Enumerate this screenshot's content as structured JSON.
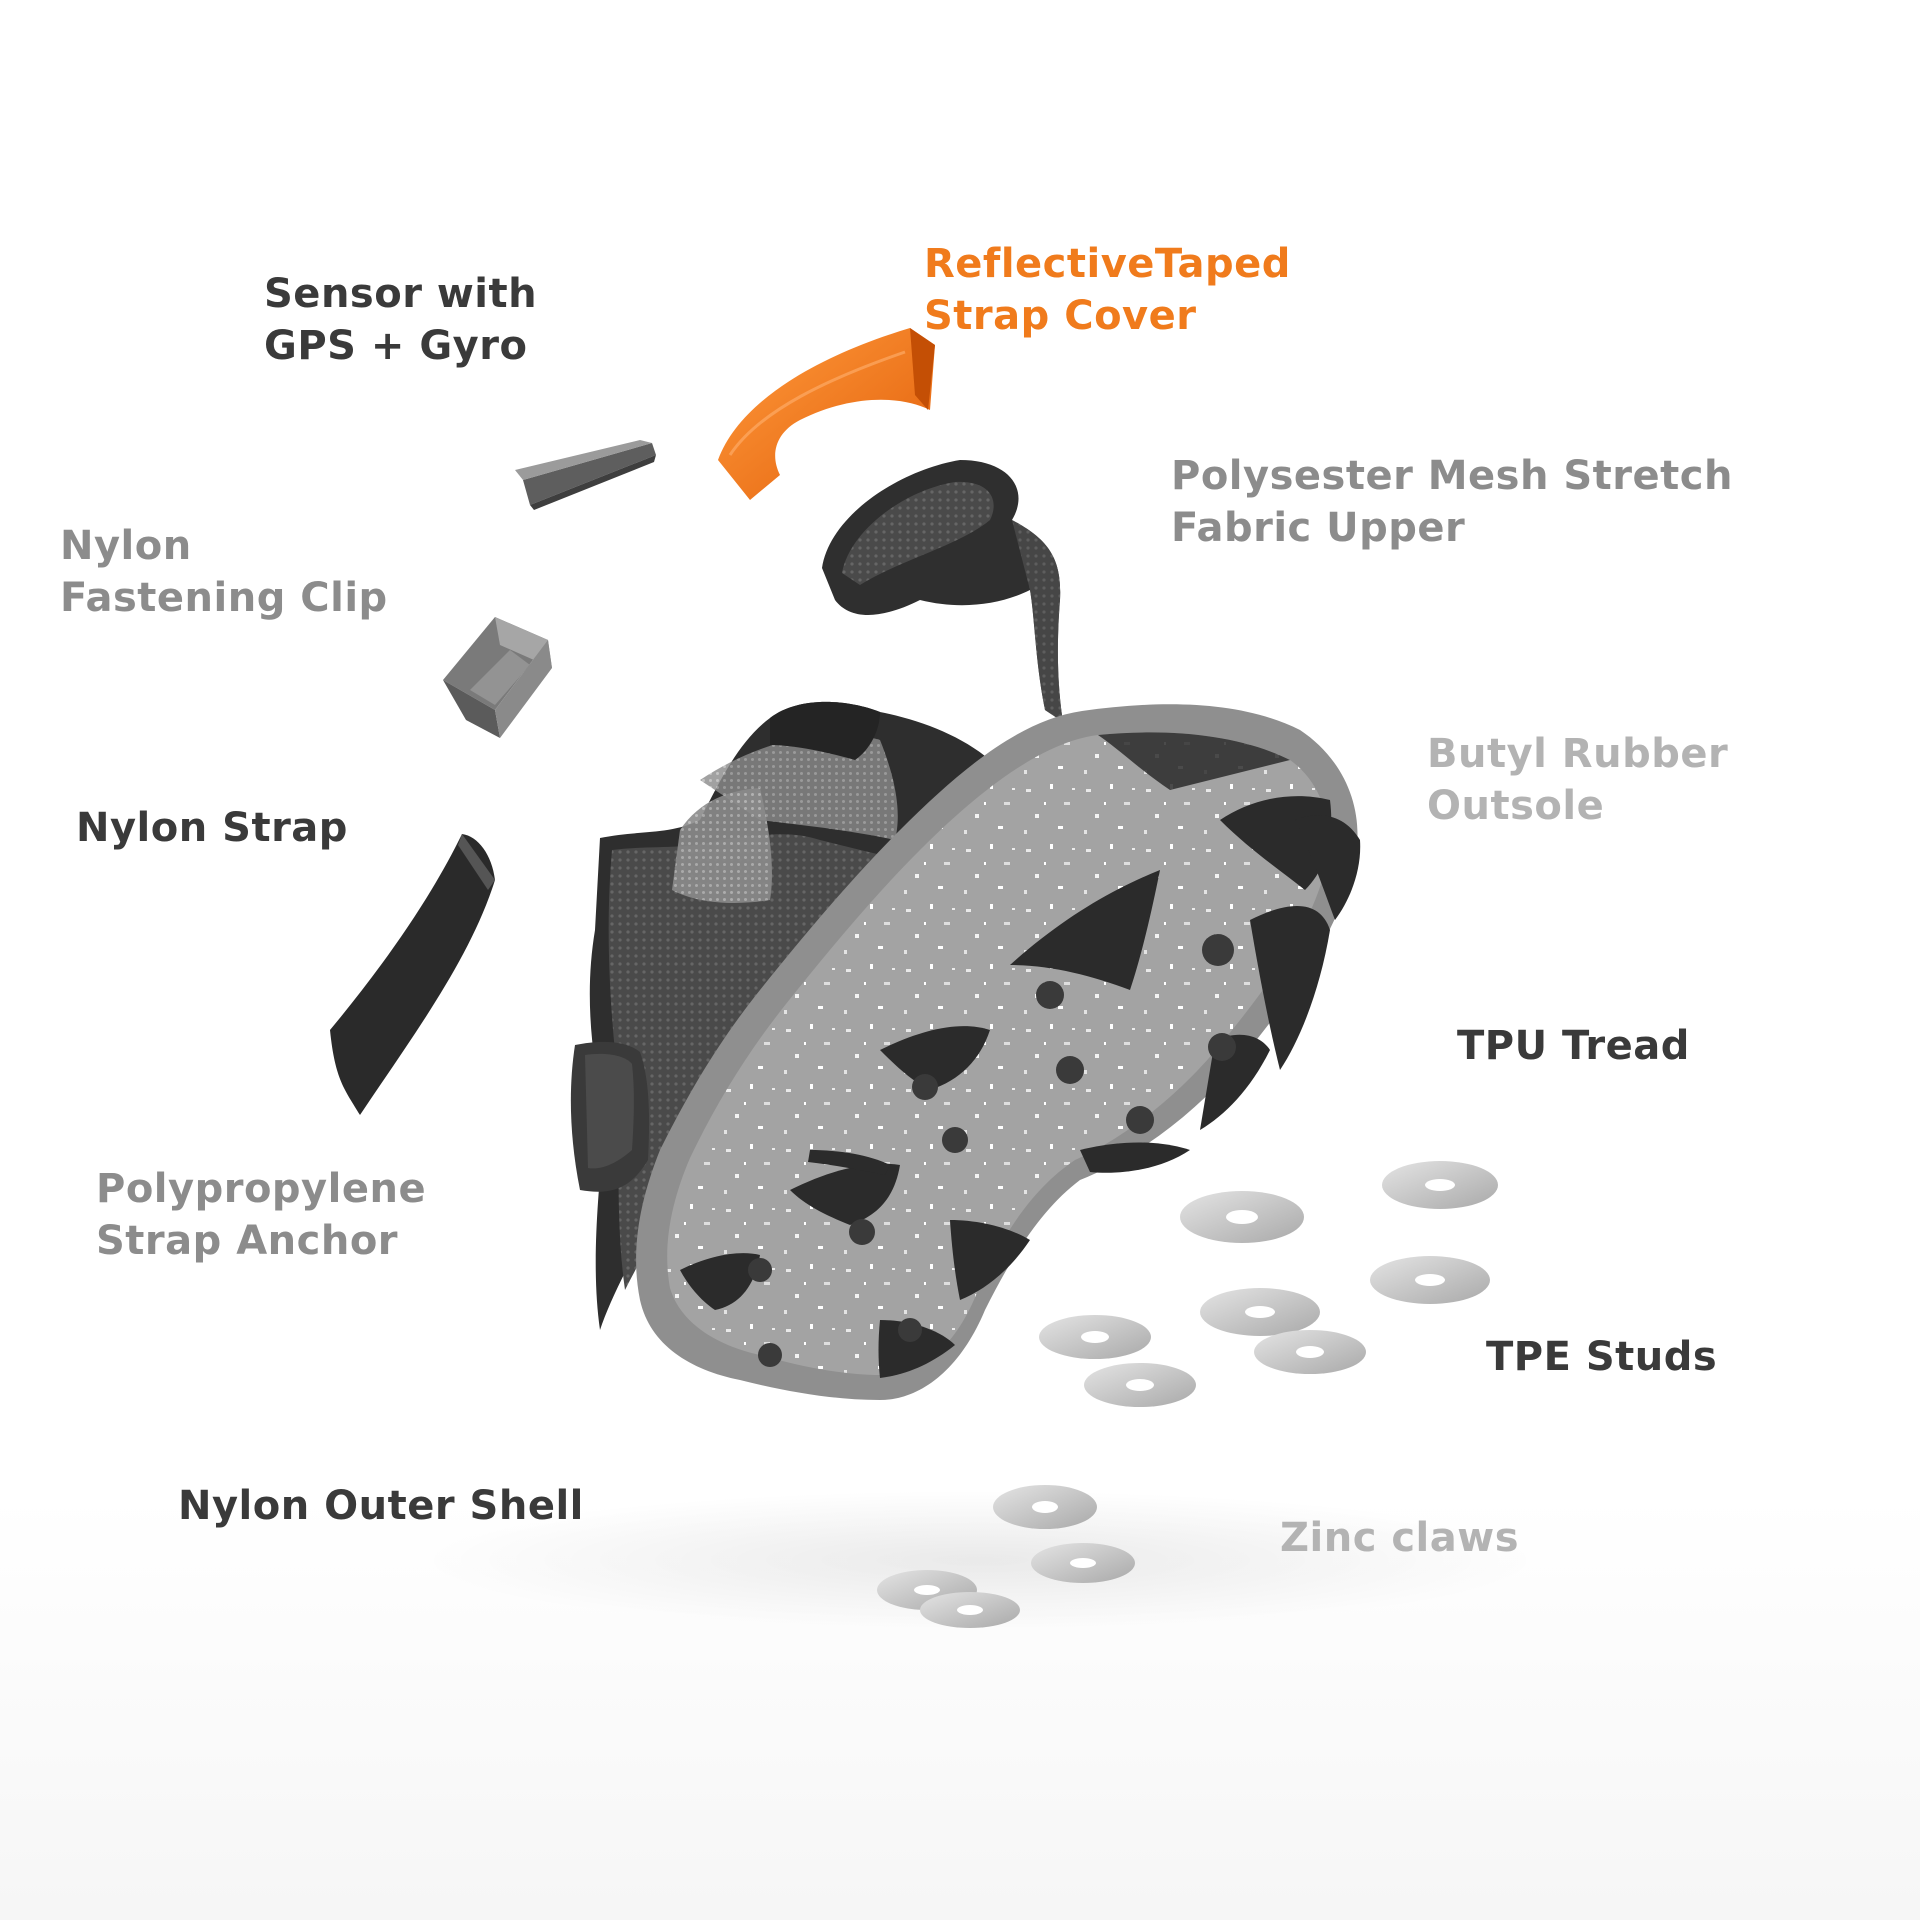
{
  "colors": {
    "dark": "#3a3a3a",
    "mid": "#8c8c8c",
    "light": "#b3b3b3",
    "accent": "#f07b1c"
  },
  "labels": {
    "sensor": {
      "line1": "Sensor with",
      "line2": "GPS + Gyro"
    },
    "reflective": {
      "line1": "ReflectiveTaped",
      "line2": "Strap Cover"
    },
    "mesh": {
      "line1": "Polysester Mesh Stretch",
      "line2": "Fabric Upper"
    },
    "clip": {
      "line1": "Nylon",
      "line2": "Fastening Clip"
    },
    "butyl": {
      "line1": "Butyl Rubber",
      "line2": "Outsole"
    },
    "strap": {
      "line1": "Nylon Strap"
    },
    "tpu": {
      "line1": "TPU Tread"
    },
    "anchor": {
      "line1": "Polypropylene",
      "line2": "Strap Anchor"
    },
    "studs": {
      "line1": "TPE Studs"
    },
    "shell": {
      "line1": "Nylon Outer Shell"
    },
    "zinc": {
      "line1": "Zinc claws"
    }
  }
}
